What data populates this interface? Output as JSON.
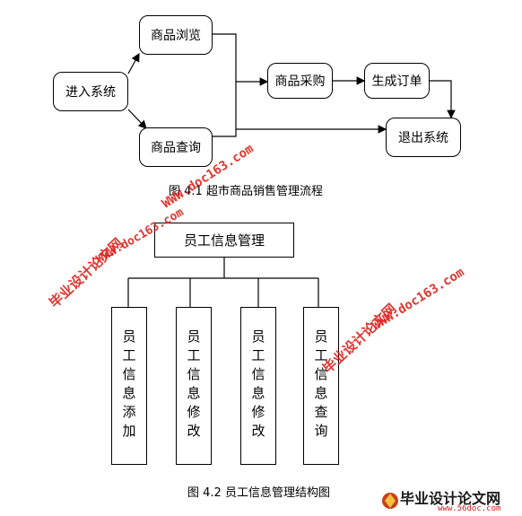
{
  "diagram1": {
    "nodes": {
      "enter": "进入系统",
      "browse": "商品浏览",
      "query": "商品查询",
      "purchase": "商品采购",
      "order": "生成订单",
      "exit": "退出系统"
    },
    "caption": "图 4.1  超市商品销售管理流程"
  },
  "diagram2": {
    "root": "员工信息管理",
    "children": [
      "员工信息添加",
      "员工信息修改",
      "员工信息修改",
      "员工信息查询"
    ],
    "caption": "图 4.2  员工信息管理结构图"
  },
  "watermarks": {
    "site_name": "毕业设计论文网",
    "site_url": "WWW.doc163.com"
  },
  "logo": {
    "title": "毕业设计论文网",
    "url": "www.56doc.com"
  },
  "colors": {
    "watermark": "#e0201a",
    "line": "#000000"
  }
}
